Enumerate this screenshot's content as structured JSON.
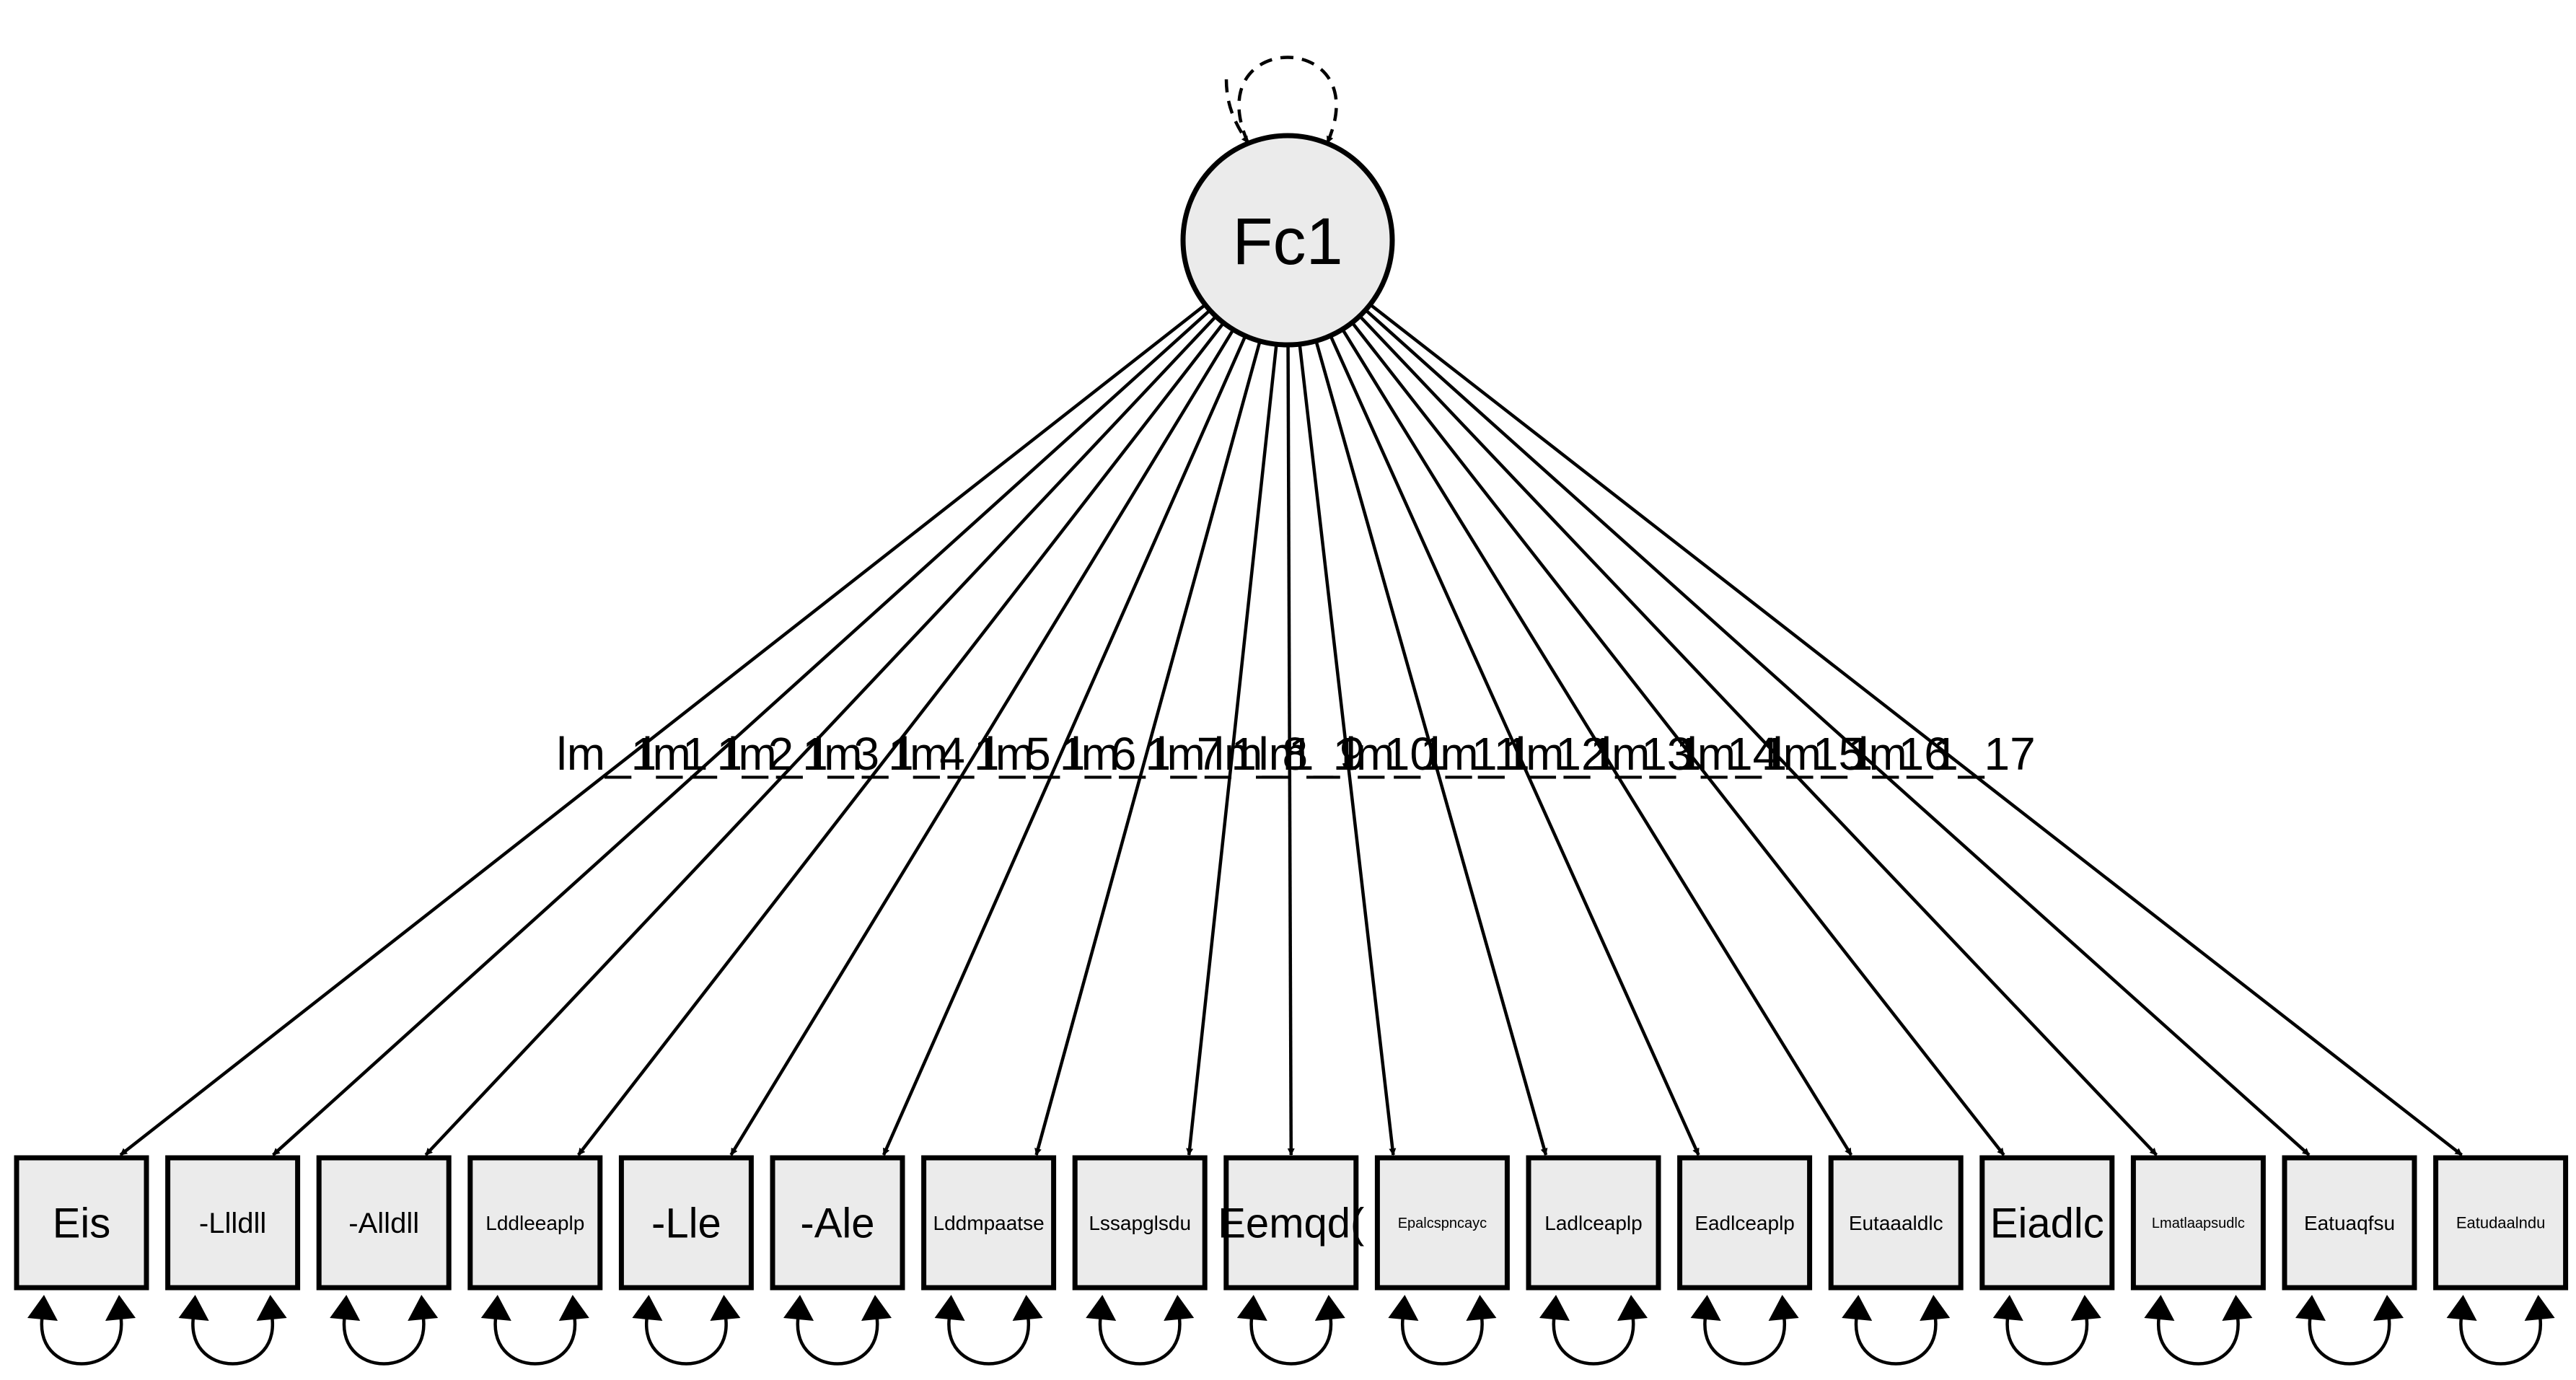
{
  "latent": {
    "label": "Fc1"
  },
  "indicators": [
    {
      "label": "Eis",
      "loading": "lm_1_1"
    },
    {
      "label": "-Llldll",
      "loading": "lm_1_2"
    },
    {
      "label": "-Alldll",
      "loading": "lm_1_3"
    },
    {
      "label": "Lddleeaplp",
      "loading": "lm_1_4"
    },
    {
      "label": "-Lle",
      "loading": "lm_1_5"
    },
    {
      "label": "-Ale",
      "loading": "lm_1_6"
    },
    {
      "label": "Lddmpaatse",
      "loading": "lm_1_7"
    },
    {
      "label": "Lssapglsdu",
      "loading": "lm_1_8"
    },
    {
      "label": "Eemqd(",
      "loading": "lm_1_9"
    },
    {
      "label": "Epalcspncayc",
      "loading": "lm_1_10"
    },
    {
      "label": "Ladlceaplp",
      "loading": "lm_1_11"
    },
    {
      "label": "Eadlceaplp",
      "loading": "lm_1_12"
    },
    {
      "label": "Eutaaaldlc",
      "loading": "lm_1_13"
    },
    {
      "label": "Eiadlc",
      "loading": "lm_1_14"
    },
    {
      "label": "Lmatlaapsudlc",
      "loading": "lm_1_15"
    },
    {
      "label": "Eatuaqfsu",
      "loading": "lm_1_16"
    },
    {
      "label": "Eatudaalndu",
      "loading": "lm_1_17"
    }
  ],
  "colors": {
    "node_fill": "#ebebeb",
    "stroke": "#000000",
    "background": "#ffffff"
  },
  "latent_variance_style": "dashed",
  "residual_variance_style": "solid"
}
